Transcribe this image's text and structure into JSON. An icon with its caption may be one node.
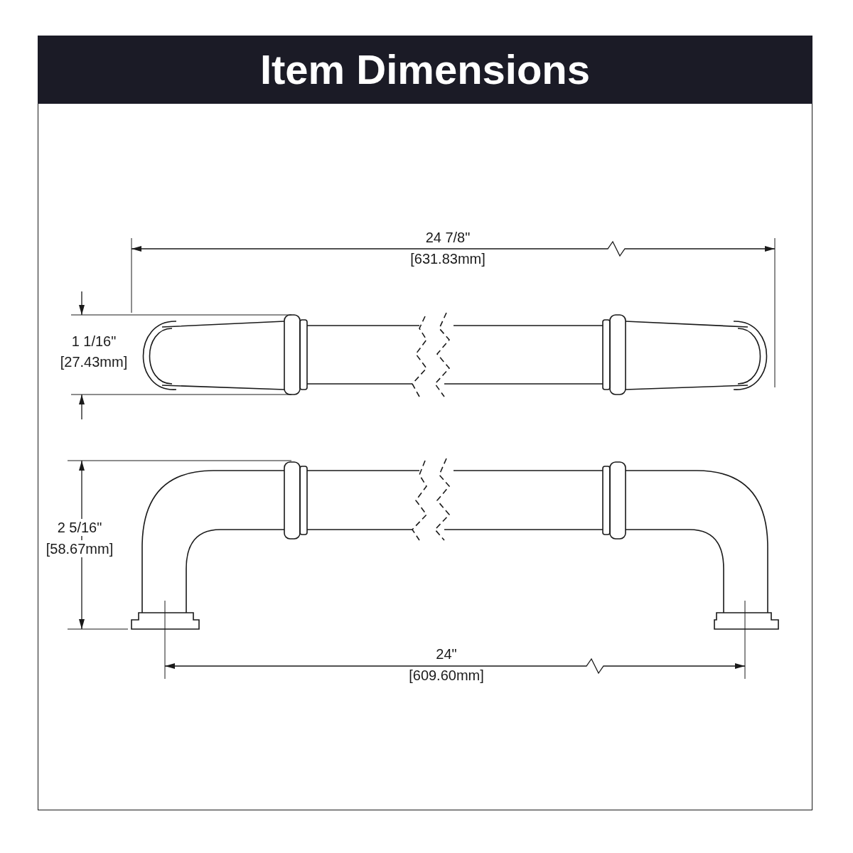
{
  "diagram": {
    "title": "Item Dimensions",
    "labels": [
      "24 7/8\"",
      "[631.83mm]",
      "1 1/16\"",
      "[27.43mm]",
      "2 5/16\"",
      "[58.67mm]",
      "24\"",
      "[609.60mm]"
    ]
  }
}
